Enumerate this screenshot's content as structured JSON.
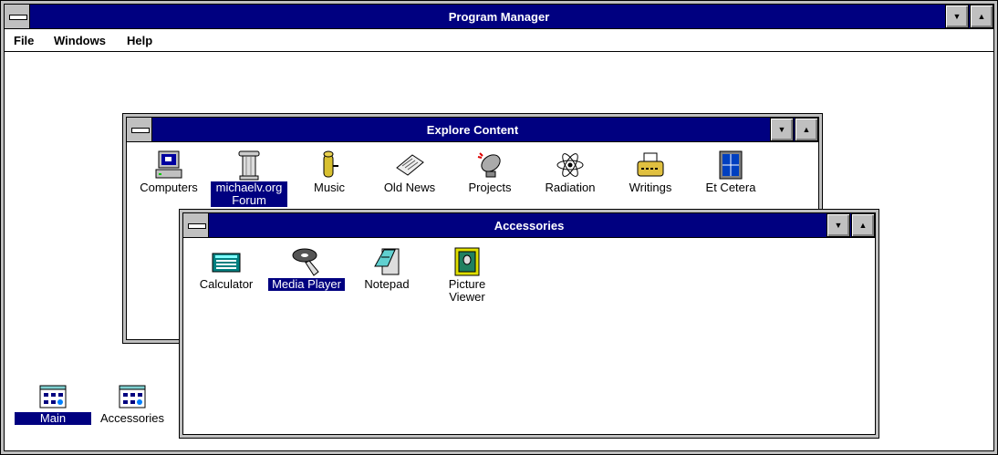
{
  "program_manager": {
    "title": "Program Manager",
    "menu": [
      "File",
      "Windows",
      "Help"
    ]
  },
  "explore": {
    "title": "Explore Content",
    "items": [
      "Computers",
      "michaelv.org Forum",
      "Music",
      "Old News",
      "Projects",
      "Radiation",
      "Writings",
      "Et Cetera"
    ],
    "selected": "michaelv.org Forum"
  },
  "accessories": {
    "title": "Accessories",
    "items": [
      "Calculator",
      "Media Player",
      "Notepad",
      "Picture Viewer"
    ],
    "selected": "Media Player"
  },
  "minimized": [
    "Main",
    "Accessories"
  ],
  "colors": {
    "titlebar": "#000080",
    "frame": "#c0c0c0"
  }
}
